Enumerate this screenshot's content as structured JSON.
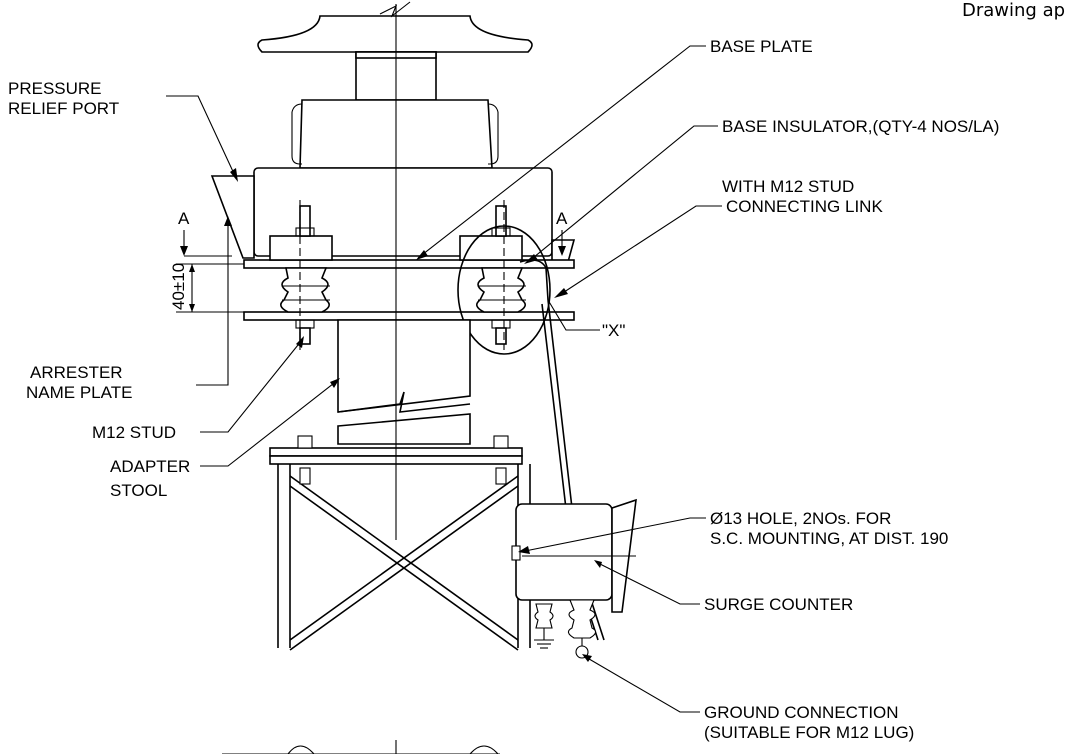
{
  "corner_note": "Drawing ap",
  "labels": {
    "base_plate": "BASE PLATE",
    "pressure_relief_1": "PRESSURE",
    "pressure_relief_2": "RELIEF PORT",
    "base_insulator_1": "BASE INSULATOR,(QTY-4 NOS/LA)",
    "base_insulator_2": "WITH M12 STUD",
    "connecting_link": "CONNECTING LINK",
    "section_a_left": "A",
    "section_a_right": "A",
    "dimension": "40±10",
    "detail_x": "\"X\"",
    "arrester_name_plate_1": "ARRESTER",
    "arrester_name_plate_2": "NAME PLATE",
    "m12_stud": "M12 STUD",
    "adapter_stool_1": "ADAPTER",
    "adapter_stool_2": "STOOL",
    "hole_note_1": "Ø13 HOLE, 2NOs. FOR",
    "hole_note_2": "S.C. MOUNTING, AT DIST. 190",
    "surge_counter": "SURGE COUNTER",
    "ground_connection_1": "GROUND CONNECTION",
    "ground_connection_2": "(SUITABLE FOR M12 LUG)"
  }
}
